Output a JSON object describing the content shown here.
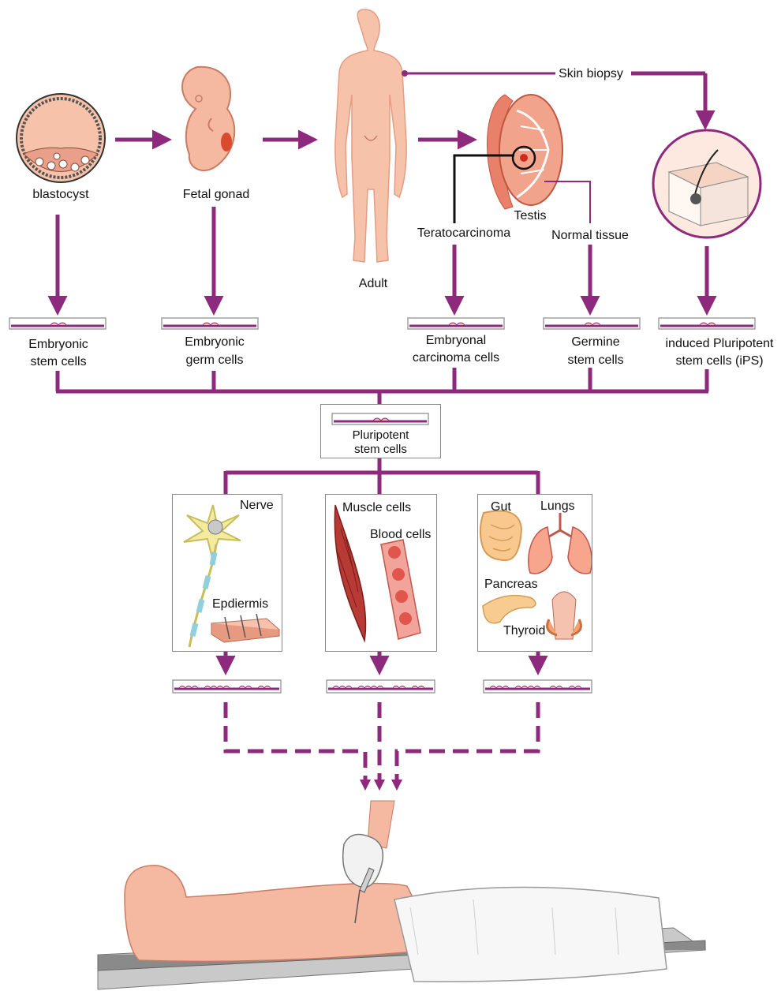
{
  "colors": {
    "arrow": "#8e2a7e",
    "skin": "#f4b9a0",
    "skin_dark": "#e79a7f",
    "dish_line": "#8e2a7e",
    "box_border": "#888888"
  },
  "sources": {
    "blastocyst": "blastocyst",
    "fetal_gonad": "Fetal gonad",
    "adult": "Adult",
    "testis": "Testis",
    "teratocarcinoma": "Teratocarcinoma",
    "normal_tissue": "Normal tissue",
    "skin_biopsy": "Skin biopsy"
  },
  "cell_types": {
    "embryonic_stem": [
      "Embryonic",
      "stem cells"
    ],
    "embryonic_germ": [
      "Embryonic",
      "germ cells"
    ],
    "embryonal_carcinoma": [
      "Embryonal",
      "carcinoma cells"
    ],
    "germine_stem": [
      "Germine",
      "stem cells"
    ],
    "ips": [
      "induced Pluripotent",
      "stem cells (iPS)"
    ]
  },
  "pluripotent": [
    "Pluripotent",
    "stem cells"
  ],
  "tissues": {
    "nerve": "Nerve",
    "epidermis": "Epdiermis",
    "muscle": "Muscle cells",
    "blood": "Blood cells",
    "gut": "Gut",
    "lungs": "Lungs",
    "pancreas": "Pancreas",
    "thyroid": "Thyroid"
  }
}
